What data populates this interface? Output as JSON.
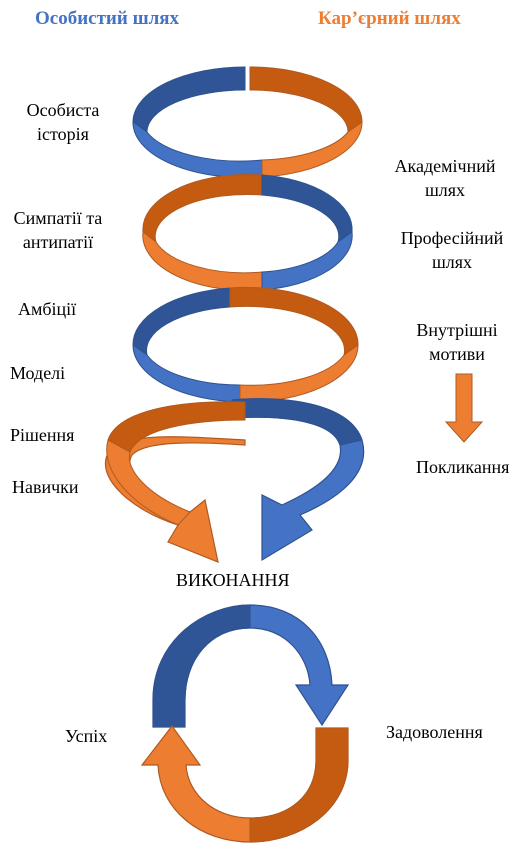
{
  "colors": {
    "blue_light": "#4472C4",
    "blue_dark": "#2F5597",
    "orange_light": "#ED7D31",
    "orange_dark": "#C55A11",
    "outline_blue": "#2F528F",
    "outline_orange": "#AE5A21"
  },
  "headers": {
    "personal": "Особистий шлях",
    "career": "Кар’єрний шлях"
  },
  "left_labels": {
    "personal_history_1": "Особиста",
    "personal_history_2": "історія",
    "sympathies_1": "Симпатії та",
    "sympathies_2": "антипатії",
    "ambitions": "Амбіції",
    "models": "Моделі",
    "decisions": "Рішення",
    "skills": "Навички"
  },
  "right_labels": {
    "academic_1": "Академічний",
    "academic_2": "шлях",
    "professional_1": "Професійний",
    "professional_2": "шлях",
    "inner_1": "Внутрішні",
    "inner_2": "мотиви",
    "calling": "Покликання"
  },
  "center": {
    "execution": "ВИКОНАННЯ",
    "success": "Успіх",
    "satisfaction": "Задоволення"
  }
}
